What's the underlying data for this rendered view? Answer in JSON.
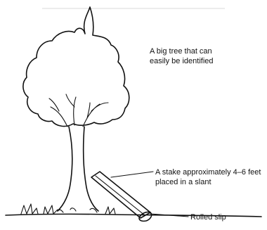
{
  "labels": {
    "tree": [
      "A big tree that can",
      "easily be identified"
    ],
    "stake": [
      "A stake approximately 4–6 feet",
      "placed in a slant"
    ],
    "slip": "Rolled slip"
  },
  "colors": {
    "ink": "#111111",
    "paper": "#ffffff"
  }
}
